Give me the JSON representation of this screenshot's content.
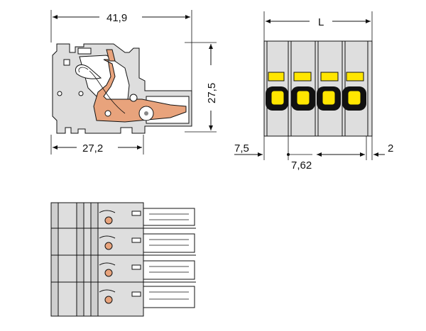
{
  "dimensions": {
    "overall_length": "41,9",
    "height": "27,5",
    "depth": "27,2",
    "width_label": "L",
    "left_offset": "7,5",
    "pitch": "7,62",
    "right_offset": "2"
  },
  "colors": {
    "housing": "#dedede",
    "clamp": "#e8a37c",
    "release": "#ffe600",
    "outline": "#111111"
  }
}
